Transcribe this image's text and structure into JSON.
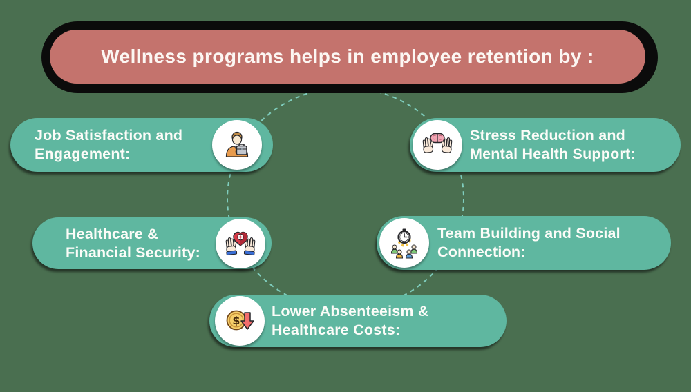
{
  "background_color": "#4A6F50",
  "title": {
    "text": "Wellness programs helps in employee retention by :",
    "fill_color": "#C4736D",
    "shadow_color": "#0B0B0B",
    "text_color": "#FCF7F3"
  },
  "connector": {
    "shape": "dashed-circle",
    "color": "#7FCDBD"
  },
  "pill_style": {
    "fill_color": "#5FB7A0",
    "text_color": "#FCFCF8",
    "icon_circle_color": "#FFFFFF"
  },
  "items": [
    {
      "id": "job-satisfaction",
      "line1": "Job Satisfaction and",
      "line2": "Engagement:",
      "icon": "businessman-briefcase-icon",
      "icon_side": "right"
    },
    {
      "id": "stress-reduction",
      "line1": "Stress Reduction and",
      "line2": "Mental Health Support:",
      "icon": "hands-holding-brain-icon",
      "icon_side": "left"
    },
    {
      "id": "healthcare-financial",
      "line1": "Healthcare &",
      "line2": "Financial Security:",
      "icon": "hands-holding-heart-icon",
      "icon_side": "right"
    },
    {
      "id": "team-building",
      "line1": "Team Building and Social",
      "line2": "Connection:",
      "icon": "team-stopwatch-icon",
      "icon_side": "left"
    },
    {
      "id": "lower-absenteeism",
      "line1": "Lower Absenteeism &",
      "line2": "Healthcare Costs:",
      "icon": "coin-down-arrow-icon",
      "icon_side": "left"
    }
  ]
}
